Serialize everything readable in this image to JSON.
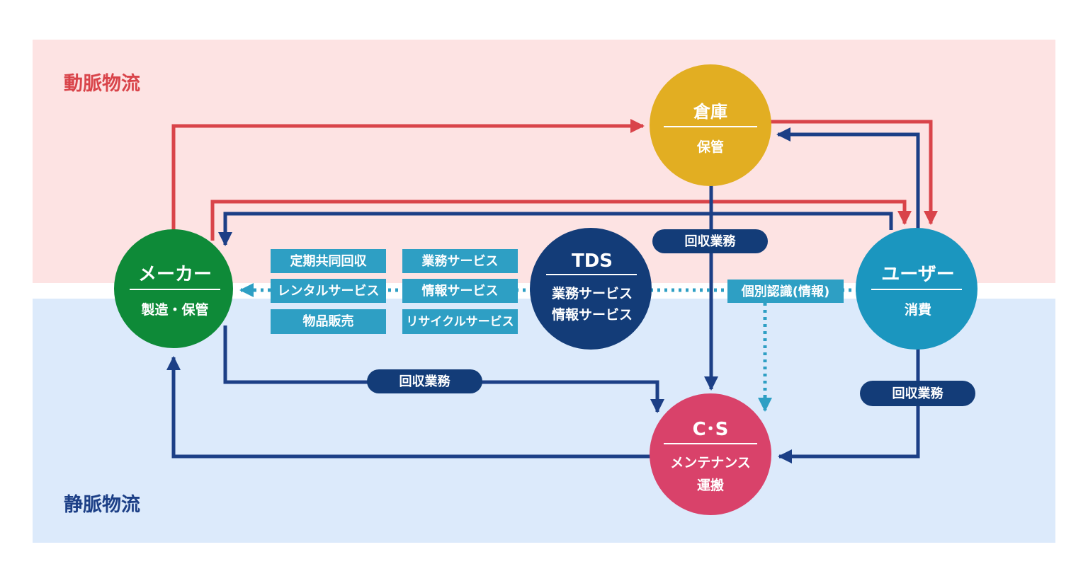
{
  "colors": {
    "upper_band": "#fde3e3",
    "lower_band": "#dceafb",
    "red_flow": "#d9444a",
    "navy_flow": "#1c3f86",
    "teal_dotted": "#2e9fc4",
    "warehouse": "#e2ae22",
    "maker": "#0e8a38",
    "tds": "#133c78",
    "user": "#1b96bf",
    "cs": "#d9426a",
    "service_box": "#2e9fc4",
    "pill": "#133c78",
    "upper_label": "#d9444a",
    "lower_label": "#1c3f86"
  },
  "regions": {
    "upper_label": "動脈物流",
    "lower_label": "静脈物流"
  },
  "nodes": {
    "warehouse": {
      "title": "倉庫",
      "sub": "保管"
    },
    "maker": {
      "title": "メーカー",
      "sub": "製造・保管"
    },
    "tds": {
      "title": "TDS",
      "line1": "業務サービス",
      "line2": "情報サービス"
    },
    "user": {
      "title": "ユーザー",
      "sub": "消費"
    },
    "cs": {
      "title": "C･S",
      "line1": "メンテナンス",
      "line2": "運搬"
    }
  },
  "services": {
    "left": [
      "定期共同回収",
      "レンタルサービス",
      "物品販売"
    ],
    "right": [
      "業務サービス",
      "情報サービス",
      "リサイクルサービス"
    ]
  },
  "pills": {
    "recovery_center": "回収業務",
    "recovery_lower": "回収業務",
    "recovery_right": "回収業務"
  },
  "info_label": "個別認識(情報)"
}
